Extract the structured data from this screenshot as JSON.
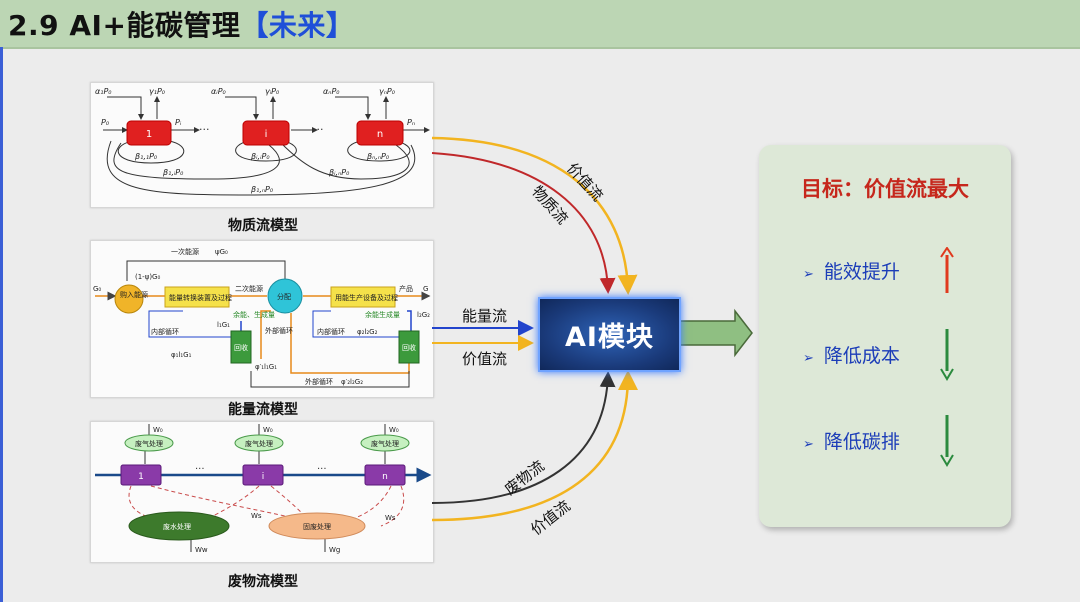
{
  "slide": {
    "title_prefix": "2.9 AI+能碳管理",
    "title_highlight": "【未来】"
  },
  "models": {
    "material": {
      "caption": "物质流模型",
      "labels": {
        "p0": "P₀",
        "pi_out": "Pᵢ",
        "pn_out": "Pₙ",
        "in1": "α₁P₀",
        "out1": "γ₁P₀",
        "ini": "αᵢP₀",
        "outi": "γᵢP₀",
        "inn": "αₙP₀",
        "outn": "γₙP₀",
        "node1": "1",
        "nodei": "i",
        "noden": "n",
        "b11": "β₁,₁P₀",
        "bii": "βᵢ,ᵢP₀",
        "bnn": "βₙ,ₙP₀",
        "b1i": "β₁,ᵢP₀",
        "bin": "βᵢ,ₙP₀",
        "b1n": "β₁,ₙP₀",
        "dots": "···"
      }
    },
    "energy": {
      "caption": "能量流模型",
      "labels": {
        "primary": "一次能源",
        "psi": "ψG₀",
        "g0": "G₀",
        "g": "G",
        "one_minus_psi": "(1-ψ)G₀",
        "purchase": "购入能源",
        "convert": "能量转换装置及过程",
        "secondary": "二次能源",
        "distribute": "分配",
        "produce": "用能生产设备及过程",
        "product": "产品",
        "waste_energy": "余能、生成量",
        "waste_energy2": "余能生成量",
        "inner_cycle": "内部循环",
        "inner_cycle2": "内部循环",
        "outer_cycle": "外部循环",
        "outer_cycle_v": "外部循环",
        "recover": "回收",
        "recover2": "回收",
        "l1g1": "l₁G₁",
        "l2g2": "l₂G₂",
        "phi1": "φ₁l₁G₁",
        "phi12": "φ′₁l₁G₁",
        "phi22": "φ₂l₂G₂",
        "phi2o": "φ′₂l₂G₂"
      }
    },
    "waste": {
      "caption": "废物流模型",
      "labels": {
        "gas": "废气处理",
        "water": "废水处理",
        "solid": "固废处理",
        "w0": "W₀",
        "wg": "Wg",
        "ws": "Ws",
        "ww": "Ww",
        "node1": "1",
        "nodei": "i",
        "noden": "n",
        "dots": "···"
      }
    }
  },
  "flows": {
    "value_top": "价值流",
    "material_top": "物质流",
    "energy": "能量流",
    "value_mid": "价值流",
    "waste": "废物流",
    "value_bottom": "价值流"
  },
  "ai_module": {
    "label": "AI模块"
  },
  "goal": {
    "title": "目标：价值流最大",
    "items": [
      {
        "label": "能效提升",
        "direction": "up",
        "color": "#e03a1e"
      },
      {
        "label": "降低成本",
        "direction": "down",
        "color": "#2b8a3e"
      },
      {
        "label": "降低碳排",
        "direction": "down",
        "color": "#2b8a3e"
      }
    ],
    "marker": "➢"
  },
  "colors": {
    "title_highlight": "#1f4fd8",
    "header_bg": "#bcd6b4",
    "value_flow": "#f2b420",
    "material_flow": "#c0282a",
    "waste_flow": "#333333",
    "ai_box": "#1f4a9a",
    "goal_title": "#c6271c",
    "goal_text": "#1c3db8"
  }
}
